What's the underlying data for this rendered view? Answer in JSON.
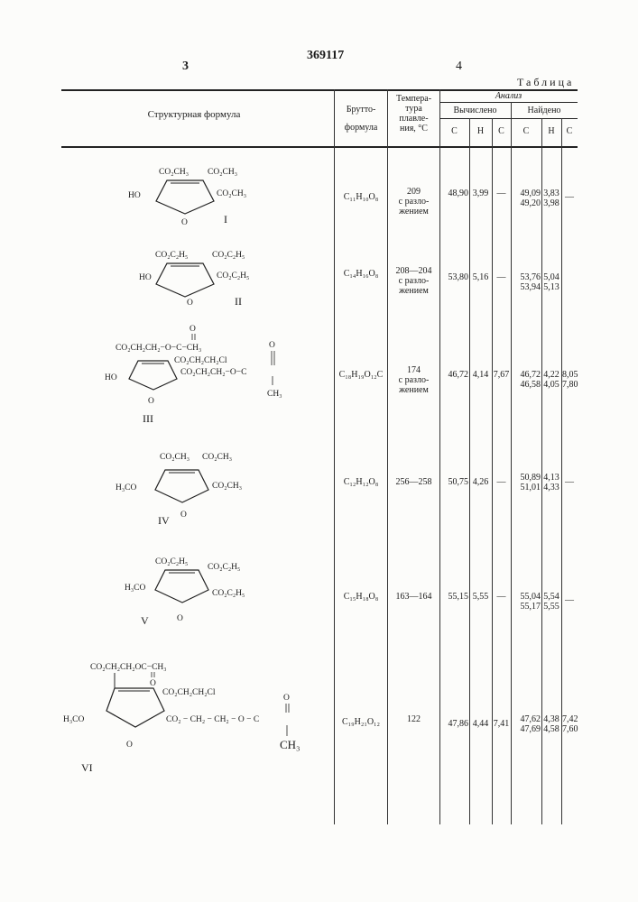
{
  "page": {
    "left_page": "3",
    "patent_number": "369117",
    "right_page": "4",
    "table_title": "Таблица"
  },
  "table": {
    "headers": {
      "structure": "Структурная формула",
      "brutto_1": "Брутто-",
      "brutto_2": "формула",
      "temp_1": "Темпера-",
      "temp_2": "тура",
      "temp_3": "плавле-",
      "temp_4": "ния, °С",
      "analysis": "Анализ",
      "calculated": "Вычислено",
      "found": "Найдено",
      "col_c": "С",
      "col_h": "Н",
      "col_cl": "С"
    },
    "rows": [
      {
        "roman": "I",
        "formula": "C₁₁H₁₀O₈",
        "mp": [
          "209",
          "с разло-",
          "жением"
        ],
        "calc_c": "48,90",
        "calc_h": "3,99",
        "calc_cl": "—",
        "found_c": [
          "49,09",
          "49,20"
        ],
        "found_h": [
          "3,83",
          "3,98"
        ],
        "found_cl": "—",
        "labels": {
          "sub_top_left": "CO₂CH₃",
          "sub_top_right": "CO₂CH₃",
          "sub_right": "CO₂CH₃",
          "sub_left": "HO",
          "sub_bottom": "O"
        }
      },
      {
        "roman": "II",
        "formula": "C₁₄H₁₆O₈",
        "mp": [
          "208—204",
          "с разло-",
          "жением"
        ],
        "calc_c": "53,80",
        "calc_h": "5,16",
        "calc_cl": "—",
        "found_c": [
          "53,76",
          "53,94"
        ],
        "found_h": [
          "5,04",
          "5,13"
        ],
        "found_cl": "",
        "labels": {
          "sub_top_left": "CO₂C₂H₅",
          "sub_top_right": "CO₂C₂H₅",
          "sub_right": "CO₂C₂H₅",
          "sub_left": "HO",
          "sub_bottom": "O"
        }
      },
      {
        "roman": "III",
        "formula": "C₁₈H₁₉O₁₂C",
        "mp": [
          "174",
          "с разло-",
          "жением"
        ],
        "calc_c": "46,72",
        "calc_h": "4,14",
        "calc_cl": "7,67",
        "found_c": [
          "46,72",
          "46,58"
        ],
        "found_h": [
          "4,22",
          "4,05"
        ],
        "found_cl": [
          "8,05",
          "7,80"
        ],
        "labels": {
          "sub_top_left": "CO₂CH₂CH₂−O−C−CH₃",
          "sub_top_right": "CO₂CH₂CH₂Cl",
          "sub_right": "CO₂CH₂CH₂−O−C",
          "sub_left": "HO",
          "sub_bottom": "O",
          "extra_o1": "O",
          "extra_o2": "O",
          "extra_ch3": "CH₃"
        }
      },
      {
        "roman": "IV",
        "formula": "C₁₂H₁₂O₈",
        "mp": [
          "256—258"
        ],
        "calc_c": "50,75",
        "calc_h": "4,26",
        "calc_cl": "—",
        "found_c": [
          "50,89",
          "51,01"
        ],
        "found_h": [
          "4,13",
          "4,33"
        ],
        "found_cl": "—",
        "labels": {
          "sub_top_left": "CO₂CH₃",
          "sub_top_right": "CO₂CH₃",
          "sub_right": "CO₂CH₃",
          "sub_left": "H₃CO",
          "sub_bottom": "O"
        }
      },
      {
        "roman": "V",
        "formula": "C₁₅H₁₈O₈",
        "mp": [
          "163—164"
        ],
        "calc_c": "55,15",
        "calc_h": "5,55",
        "calc_cl": "—",
        "found_c": [
          "55,04",
          "55,17"
        ],
        "found_h": [
          "5,54",
          "5,55"
        ],
        "found_cl": "—",
        "labels": {
          "sub_top_left": "CO₂C₂H₅",
          "sub_top_right": "CO₂C₂H₅",
          "sub_right": "CO₂C₂H₅",
          "sub_left": "H₃CO",
          "sub_bottom": "O"
        }
      },
      {
        "roman": "VI",
        "formula": "C₁₉H₂₁O₁₂",
        "mp": [
          "122"
        ],
        "calc_c": "47,86",
        "calc_h": "4,44",
        "calc_cl": "7,41",
        "found_c": [
          "47,62",
          "47,69"
        ],
        "found_h": [
          "4,38",
          "4,58"
        ],
        "found_cl": [
          "7,42",
          "7,60"
        ],
        "labels": {
          "sub_top_left": "CO₂CH₂CH₂OC−CH₃",
          "sub_top_right": "CO₂CH₂CH₂Cl",
          "sub_right": "CO₂ − CH₂ − CH₂ − O − C",
          "sub_left": "H₃CO",
          "sub_bottom": "O",
          "extra_o1": "O",
          "extra_o2": "O",
          "extra_ch3": "CH₃"
        }
      }
    ]
  }
}
